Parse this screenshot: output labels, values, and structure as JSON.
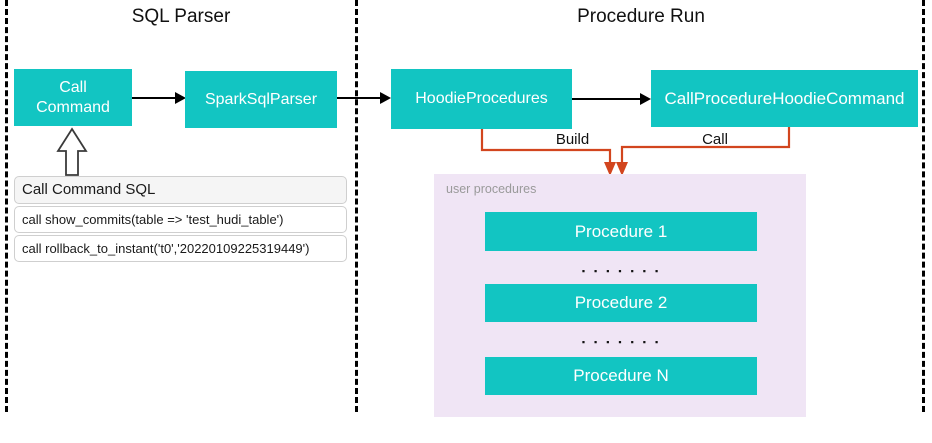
{
  "sections": {
    "sql_parser_title": "SQL Parser",
    "procedure_run_title": "Procedure Run"
  },
  "nodes": {
    "call_command": "Call Command",
    "spark_sql_parser": "SparkSqlParser",
    "hoodie_procedures": "HoodieProcedures",
    "call_procedure_hoodie_command": "CallProcedureHoodieCommand"
  },
  "edges": {
    "build_label": "Build",
    "call_label": "Call"
  },
  "sql_table": {
    "header": "Call Command SQL",
    "rows": [
      "call show_commits(table => 'test_hudi_table')",
      "call rollback_to_instant('t0','20220109225319449')"
    ]
  },
  "user_procedures": {
    "label": "user procedures",
    "items": [
      "Procedure 1",
      "Procedure 2",
      "Procedure N"
    ],
    "dots": "▪▪▪▪▪▪▪"
  },
  "colors": {
    "node_fill": "#12C5C2",
    "node_text": "#ffffff",
    "container_fill": "#F0E5F5",
    "connector_orange": "#D2451E",
    "connector_black": "#000000",
    "table_header_bg": "#f5f5f5",
    "muted_label": "#9a9a9a"
  }
}
